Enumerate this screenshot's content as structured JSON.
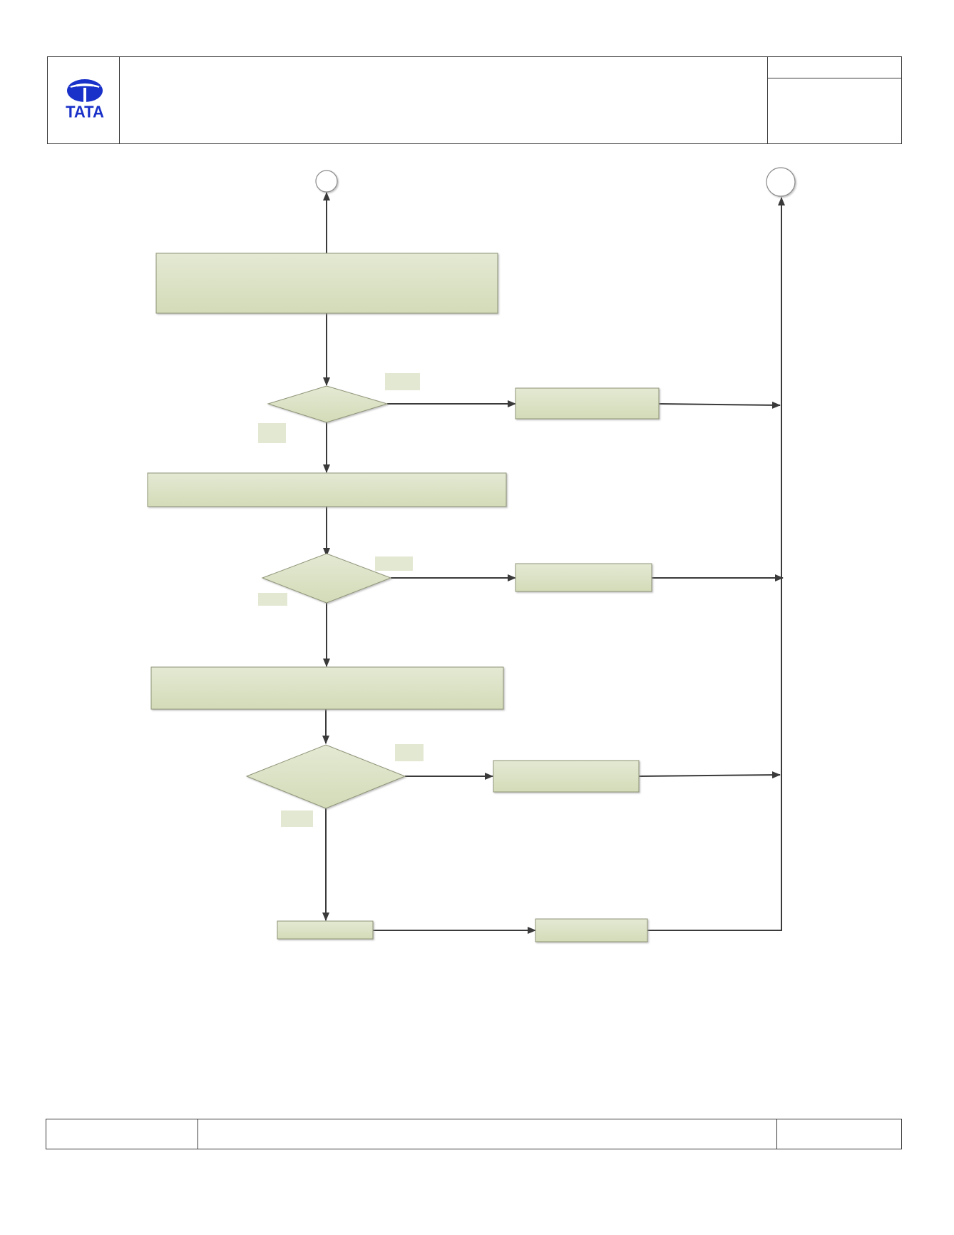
{
  "header": {
    "logo_text": "TATA",
    "title": "",
    "doc_no": "",
    "rev": ""
  },
  "footer": {
    "left": "",
    "center": "",
    "right": ""
  },
  "colors": {
    "box_fill": "#dfe5cb",
    "box_stroke": "#8e9477",
    "line": "#3a3a3a",
    "logo_blue": "#1a31c9",
    "label_fill": "#e3e8d2"
  },
  "diagram": {
    "connectors": [
      {
        "id": "top-connector-left",
        "text": ""
      },
      {
        "id": "top-connector-right",
        "text": ""
      }
    ],
    "boxes": [
      {
        "id": "process-1",
        "text": ""
      },
      {
        "id": "process-2",
        "text": ""
      },
      {
        "id": "process-3",
        "text": ""
      },
      {
        "id": "process-4",
        "text": ""
      },
      {
        "id": "side-action-1",
        "text": ""
      },
      {
        "id": "side-action-2",
        "text": ""
      },
      {
        "id": "side-action-3",
        "text": ""
      },
      {
        "id": "side-action-4",
        "text": ""
      }
    ],
    "decisions": [
      {
        "id": "decision-1",
        "text": ""
      },
      {
        "id": "decision-2",
        "text": ""
      },
      {
        "id": "decision-3",
        "text": ""
      }
    ],
    "branch_labels": [
      {
        "id": "decision-1-yes",
        "text": ""
      },
      {
        "id": "decision-1-no",
        "text": ""
      },
      {
        "id": "decision-2-yes",
        "text": ""
      },
      {
        "id": "decision-2-no",
        "text": ""
      },
      {
        "id": "decision-3-yes",
        "text": ""
      },
      {
        "id": "decision-3-no",
        "text": ""
      }
    ]
  }
}
